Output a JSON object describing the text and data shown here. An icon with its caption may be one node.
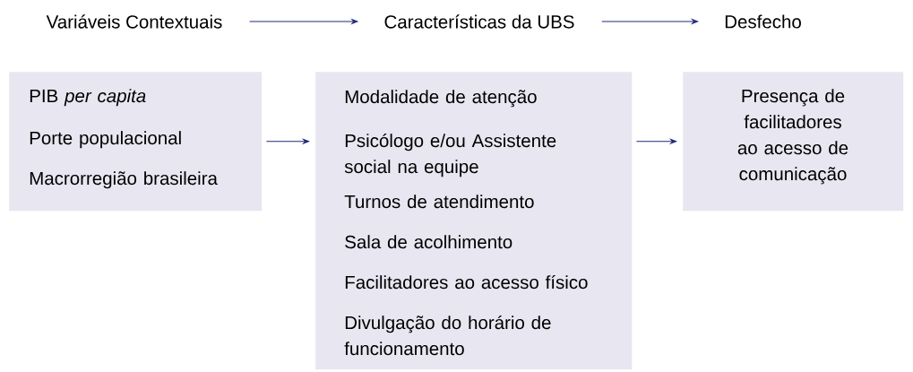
{
  "diagram": {
    "nodes": [
      {
        "text": [
          "Variáveis Contextuais"
        ]
      },
      {
        "text": [
          "Características da UBS"
        ]
      },
      {
        "text": [
          "Desfecho"
        ]
      },
      {
        "text": [
          "PIB *per capita*",
          "Porte populacional",
          "Macrorregião brasileira"
        ]
      },
      {
        "text": [
          "Modalidade de atenção",
          "Psicólogo e/ou Assistente social na equipe",
          "Turnos de atendimento",
          "Sala de acolhimento",
          "Facilitadores ao acesso físico",
          "Divulgação do horário de funcionamento"
        ]
      },
      {
        "text": [
          "Presença de facilitadores ao acesso de comunicação"
        ]
      }
    ],
    "edges": [
      {
        "from": 0,
        "to": 1,
        "arrow": "to"
      },
      {
        "from": 1,
        "to": 2,
        "arrow": "to"
      },
      {
        "from": 3,
        "to": 4,
        "arrow": "to"
      },
      {
        "from": 4,
        "to": 5,
        "arrow": "to"
      }
    ]
  }
}
